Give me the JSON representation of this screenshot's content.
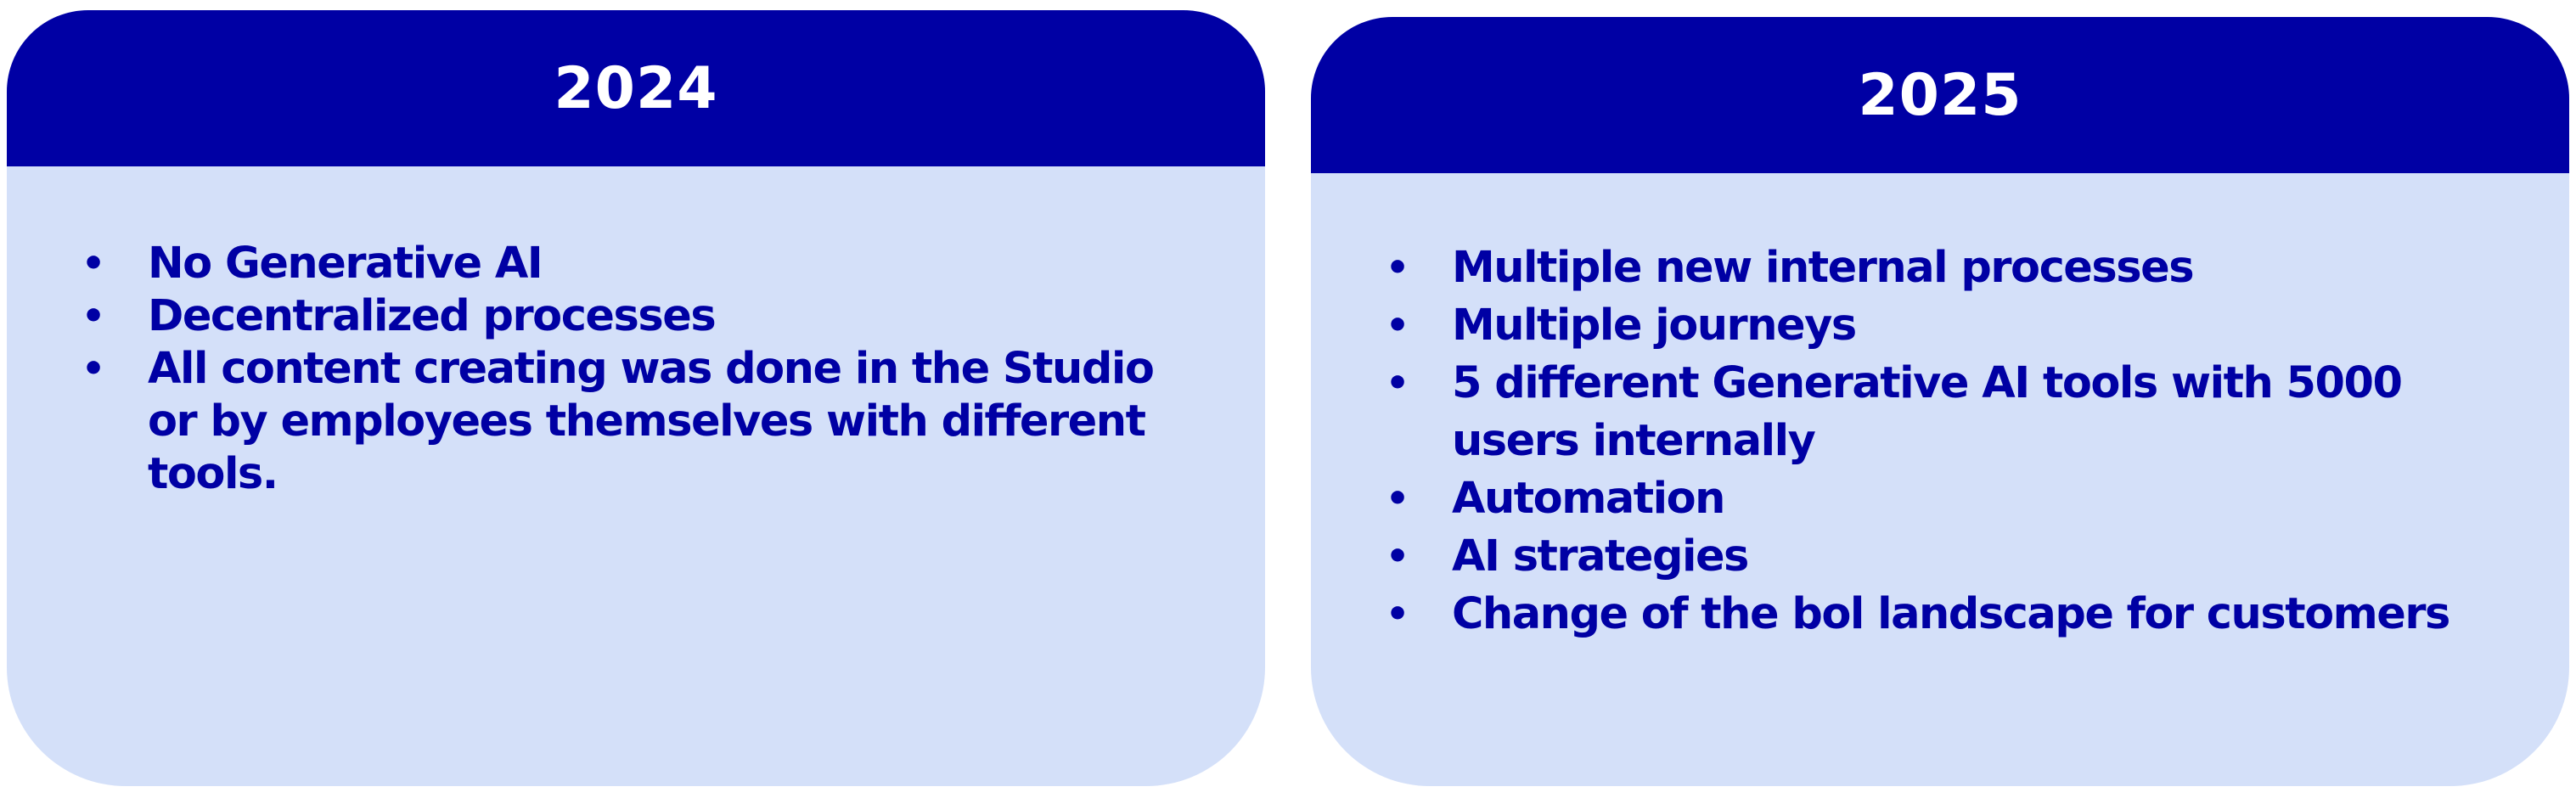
{
  "cards": [
    {
      "year": "2024",
      "items": [
        "No Generative AI",
        "Decentralized processes",
        "All content creating was done in the Studio or by employees themselves with different tools."
      ]
    },
    {
      "year": "2025",
      "items": [
        "Multiple new internal processes",
        "Multiple journeys",
        "5 different Generative AI tools with 5000 users internally",
        "Automation",
        "AI strategies",
        "Change of the bol landscape for customers"
      ]
    }
  ],
  "colors": {
    "header_bg": "#0000a4",
    "card_bg": "#d4e0f9",
    "text": "#0000a4",
    "header_text": "#ffffff"
  },
  "icons": {
    "bullet": "•"
  }
}
